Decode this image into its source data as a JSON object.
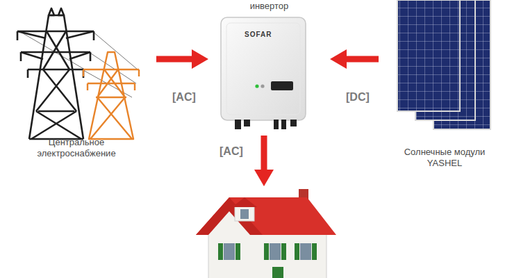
{
  "diagram": {
    "nodes": [
      {
        "text": [
          "Центральное электроснабжение"
        ]
      },
      {
        "text": [
          "инвертор"
        ]
      },
      {
        "text": [
          "Солнечные модули YASHEL"
        ]
      },
      {
        "text": []
      }
    ],
    "edges": [
      {
        "from": 0,
        "to": 1,
        "label": "[AC]",
        "arrow": "to"
      },
      {
        "from": 2,
        "to": 1,
        "label": "[DC]",
        "arrow": "to"
      },
      {
        "from": 1,
        "to": 3,
        "label": "[AC]",
        "arrow": "to"
      }
    ],
    "labels": [
      "SOFAR"
    ]
  }
}
